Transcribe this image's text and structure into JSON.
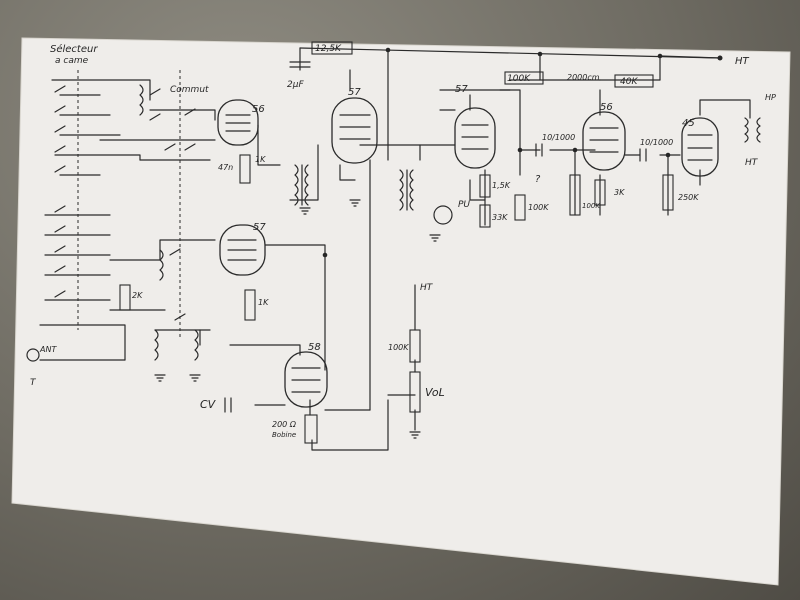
{
  "schematic": {
    "selector_label": "Sélecteur",
    "selector_sublabel": "a came",
    "commut_label": "Commut",
    "tubes": {
      "v56_left": "56",
      "v57_mid": "57",
      "v57_top": "57",
      "v57_right": "57",
      "v56_right": "56",
      "v45": "45",
      "v58": "58"
    },
    "resistors": {
      "r12k": "12,5K",
      "r100k_top": "100K",
      "r40k": "40K",
      "r47": "47n",
      "r1k": "1K",
      "r1k_b": "1K",
      "r1_5k": "1,5K",
      "r33k": "33K",
      "r100k_pot": "100K",
      "r100k_c": "100K",
      "r3k": "3K",
      "r250k": "250K",
      "r100k_vol": "100K",
      "r200": "200 Ω",
      "r200_sub": "Bobine",
      "r2k": "2K"
    },
    "caps": {
      "c2uf": "2µF",
      "c10_1000_a": "10/1000",
      "c10_1000_b": "10/1000",
      "c2000cm": "2000cm"
    },
    "other": {
      "ht_top": "HT",
      "ht_vol": "HT",
      "ht_hp": "HT",
      "vol": "VoL",
      "cv": "CV",
      "pu": "PU",
      "hp": "HP",
      "ant": "ANT",
      "t": "T",
      "question": "?"
    }
  }
}
